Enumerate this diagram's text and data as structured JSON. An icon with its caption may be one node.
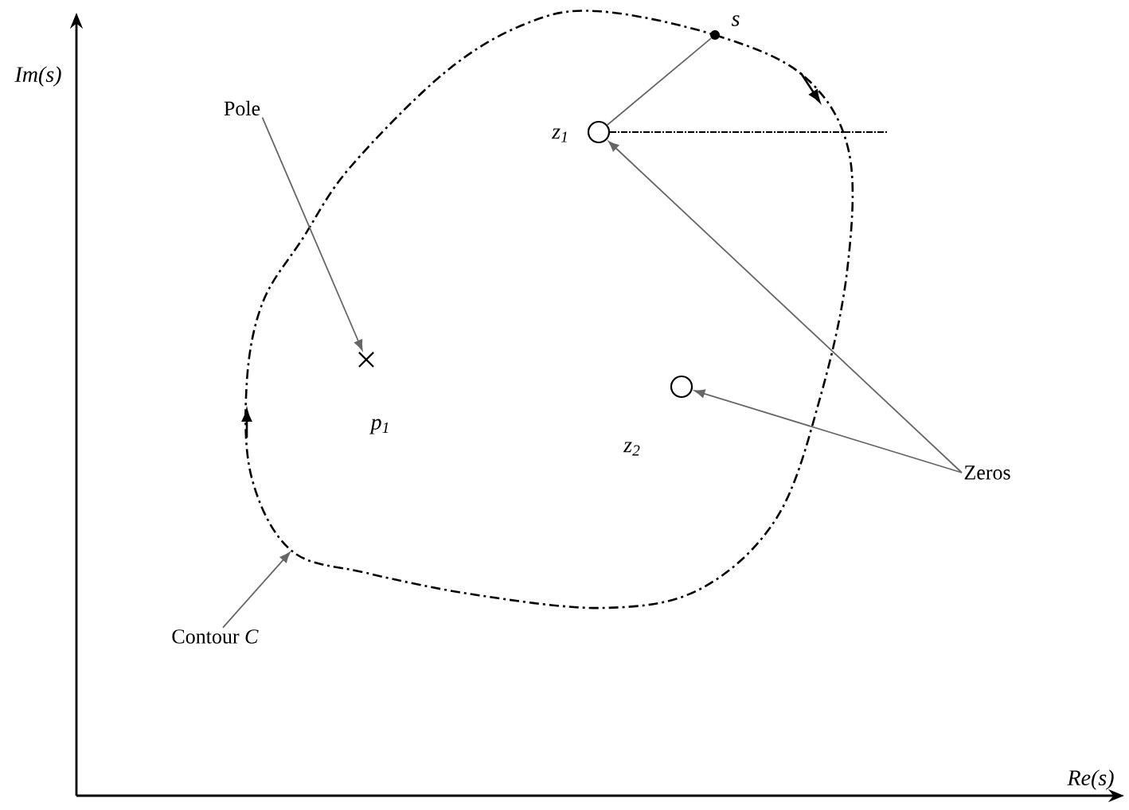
{
  "diagram": {
    "nodes": [
      {
        "text": [
          "Pole"
        ]
      },
      {
        "text": [],
        "shape": "cross",
        "beside": [
          "p$_{1}$"
        ]
      },
      {
        "text": [],
        "shape": "circle",
        "beside": [
          "z$_{1}$"
        ]
      },
      {
        "text": [],
        "shape": "circle",
        "beside": [
          "z$_{2}$"
        ]
      },
      {
        "text": [
          "Zeros"
        ]
      },
      {
        "text": [
          "Contour *C*"
        ]
      },
      {
        "text": [],
        "shape": "dot",
        "beside": [
          "s"
        ]
      }
    ],
    "edges": [
      {
        "from": 0,
        "to": 1,
        "arrow": "to"
      },
      {
        "from": 4,
        "to": 2,
        "arrow": "to"
      },
      {
        "from": 4,
        "to": 3,
        "arrow": "to"
      },
      {
        "from": 5,
        "to": null,
        "arrow": "to"
      },
      {
        "from": 2,
        "to": 6,
        "arrow": "none"
      }
    ],
    "labels": [
      "Im(s)",
      "Re(s)"
    ]
  }
}
